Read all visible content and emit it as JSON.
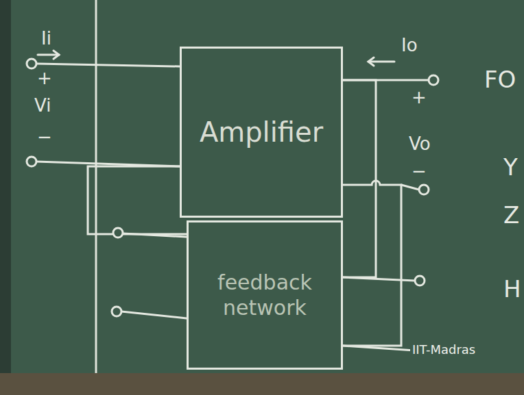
{
  "diagram": {
    "nodes": [
      {
        "text": [
          "Amplifier"
        ]
      },
      {
        "text": [
          "feedback network"
        ]
      }
    ],
    "edges": [
      {
        "from": 0,
        "to": 1,
        "arrow": "none"
      },
      {
        "from": 0,
        "to": 1,
        "arrow": "none"
      },
      {
        "from": 0,
        "to": 1,
        "arrow": "none"
      }
    ],
    "labels": [
      "Ii",
      "+",
      "Vi",
      "−",
      "Io",
      "+",
      "Vo",
      "−",
      "FO",
      "Y",
      "Z",
      "H",
      "IIT-Madras"
    ]
  }
}
